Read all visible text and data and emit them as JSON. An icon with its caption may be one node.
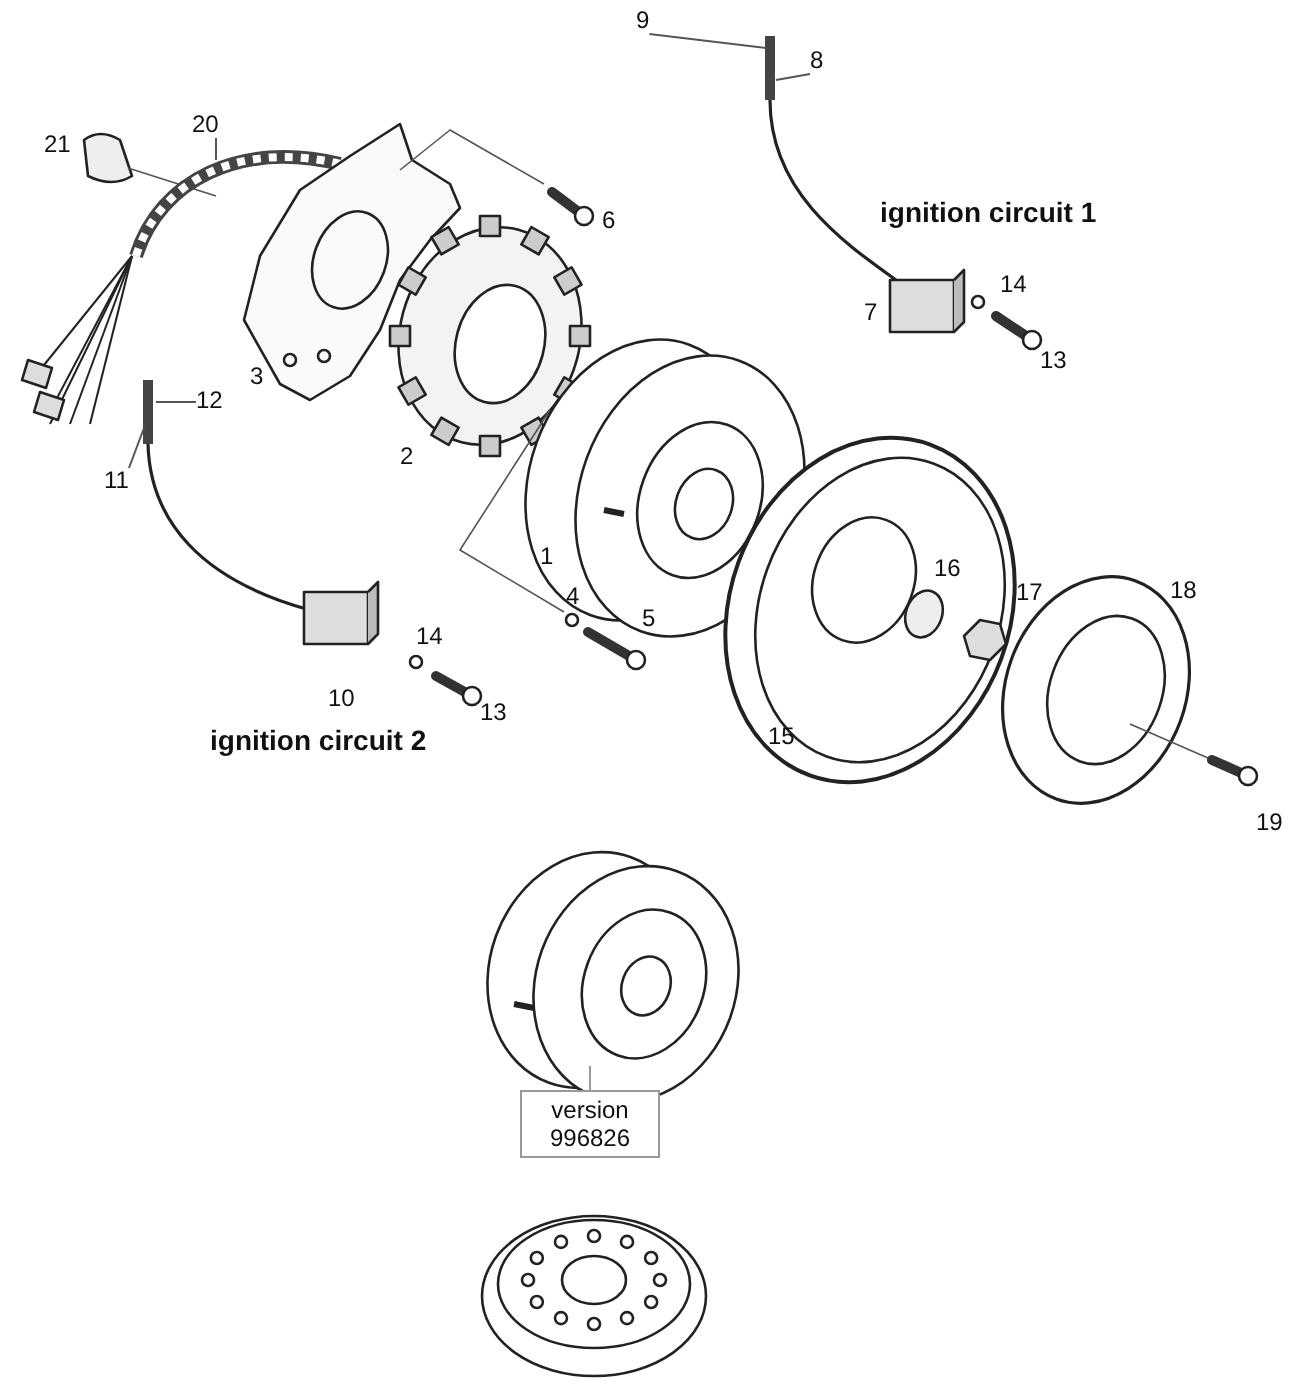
{
  "diagram": {
    "nodes": [
      {
        "text": [
          "20"
        ]
      },
      {
        "text": [
          "9"
        ]
      },
      {
        "text": [
          "8"
        ]
      },
      {
        "text": [
          "12"
        ]
      },
      {
        "text": [
          "11"
        ]
      },
      {
        "text": [
          "version 996826"
        ]
      }
    ],
    "edges": [
      {
        "from": 0,
        "to": null,
        "arrow": "none"
      },
      {
        "from": 1,
        "to": null,
        "arrow": "none"
      },
      {
        "from": 2,
        "to": null,
        "arrow": "none"
      },
      {
        "from": 3,
        "to": null,
        "arrow": "none"
      },
      {
        "from": 4,
        "to": null,
        "arrow": "none"
      },
      {
        "from": 5,
        "to": null,
        "arrow": "none"
      }
    ],
    "labels": [
      "21",
      "6",
      "ignition circuit 1",
      "7",
      "14",
      "13",
      "3",
      "2",
      "1",
      "4",
      "5",
      "16",
      "17",
      "18",
      "14",
      "10",
      "13",
      "15",
      "ignition circuit 2",
      "19"
    ]
  }
}
